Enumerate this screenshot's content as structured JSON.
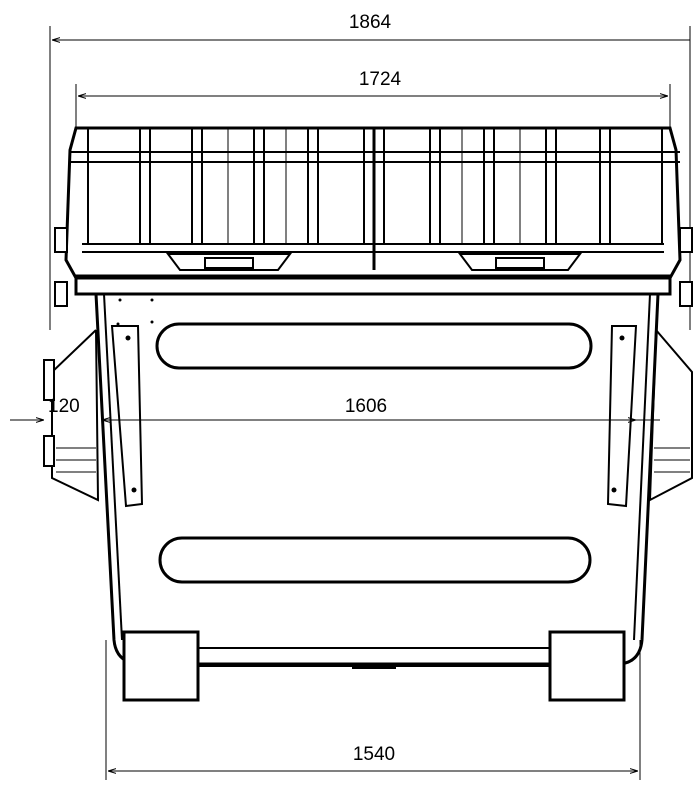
{
  "dimensions": {
    "overall_width": "1864",
    "lid_width": "1724",
    "side_offset": "120",
    "body_width": "1606",
    "base_width": "1540"
  }
}
